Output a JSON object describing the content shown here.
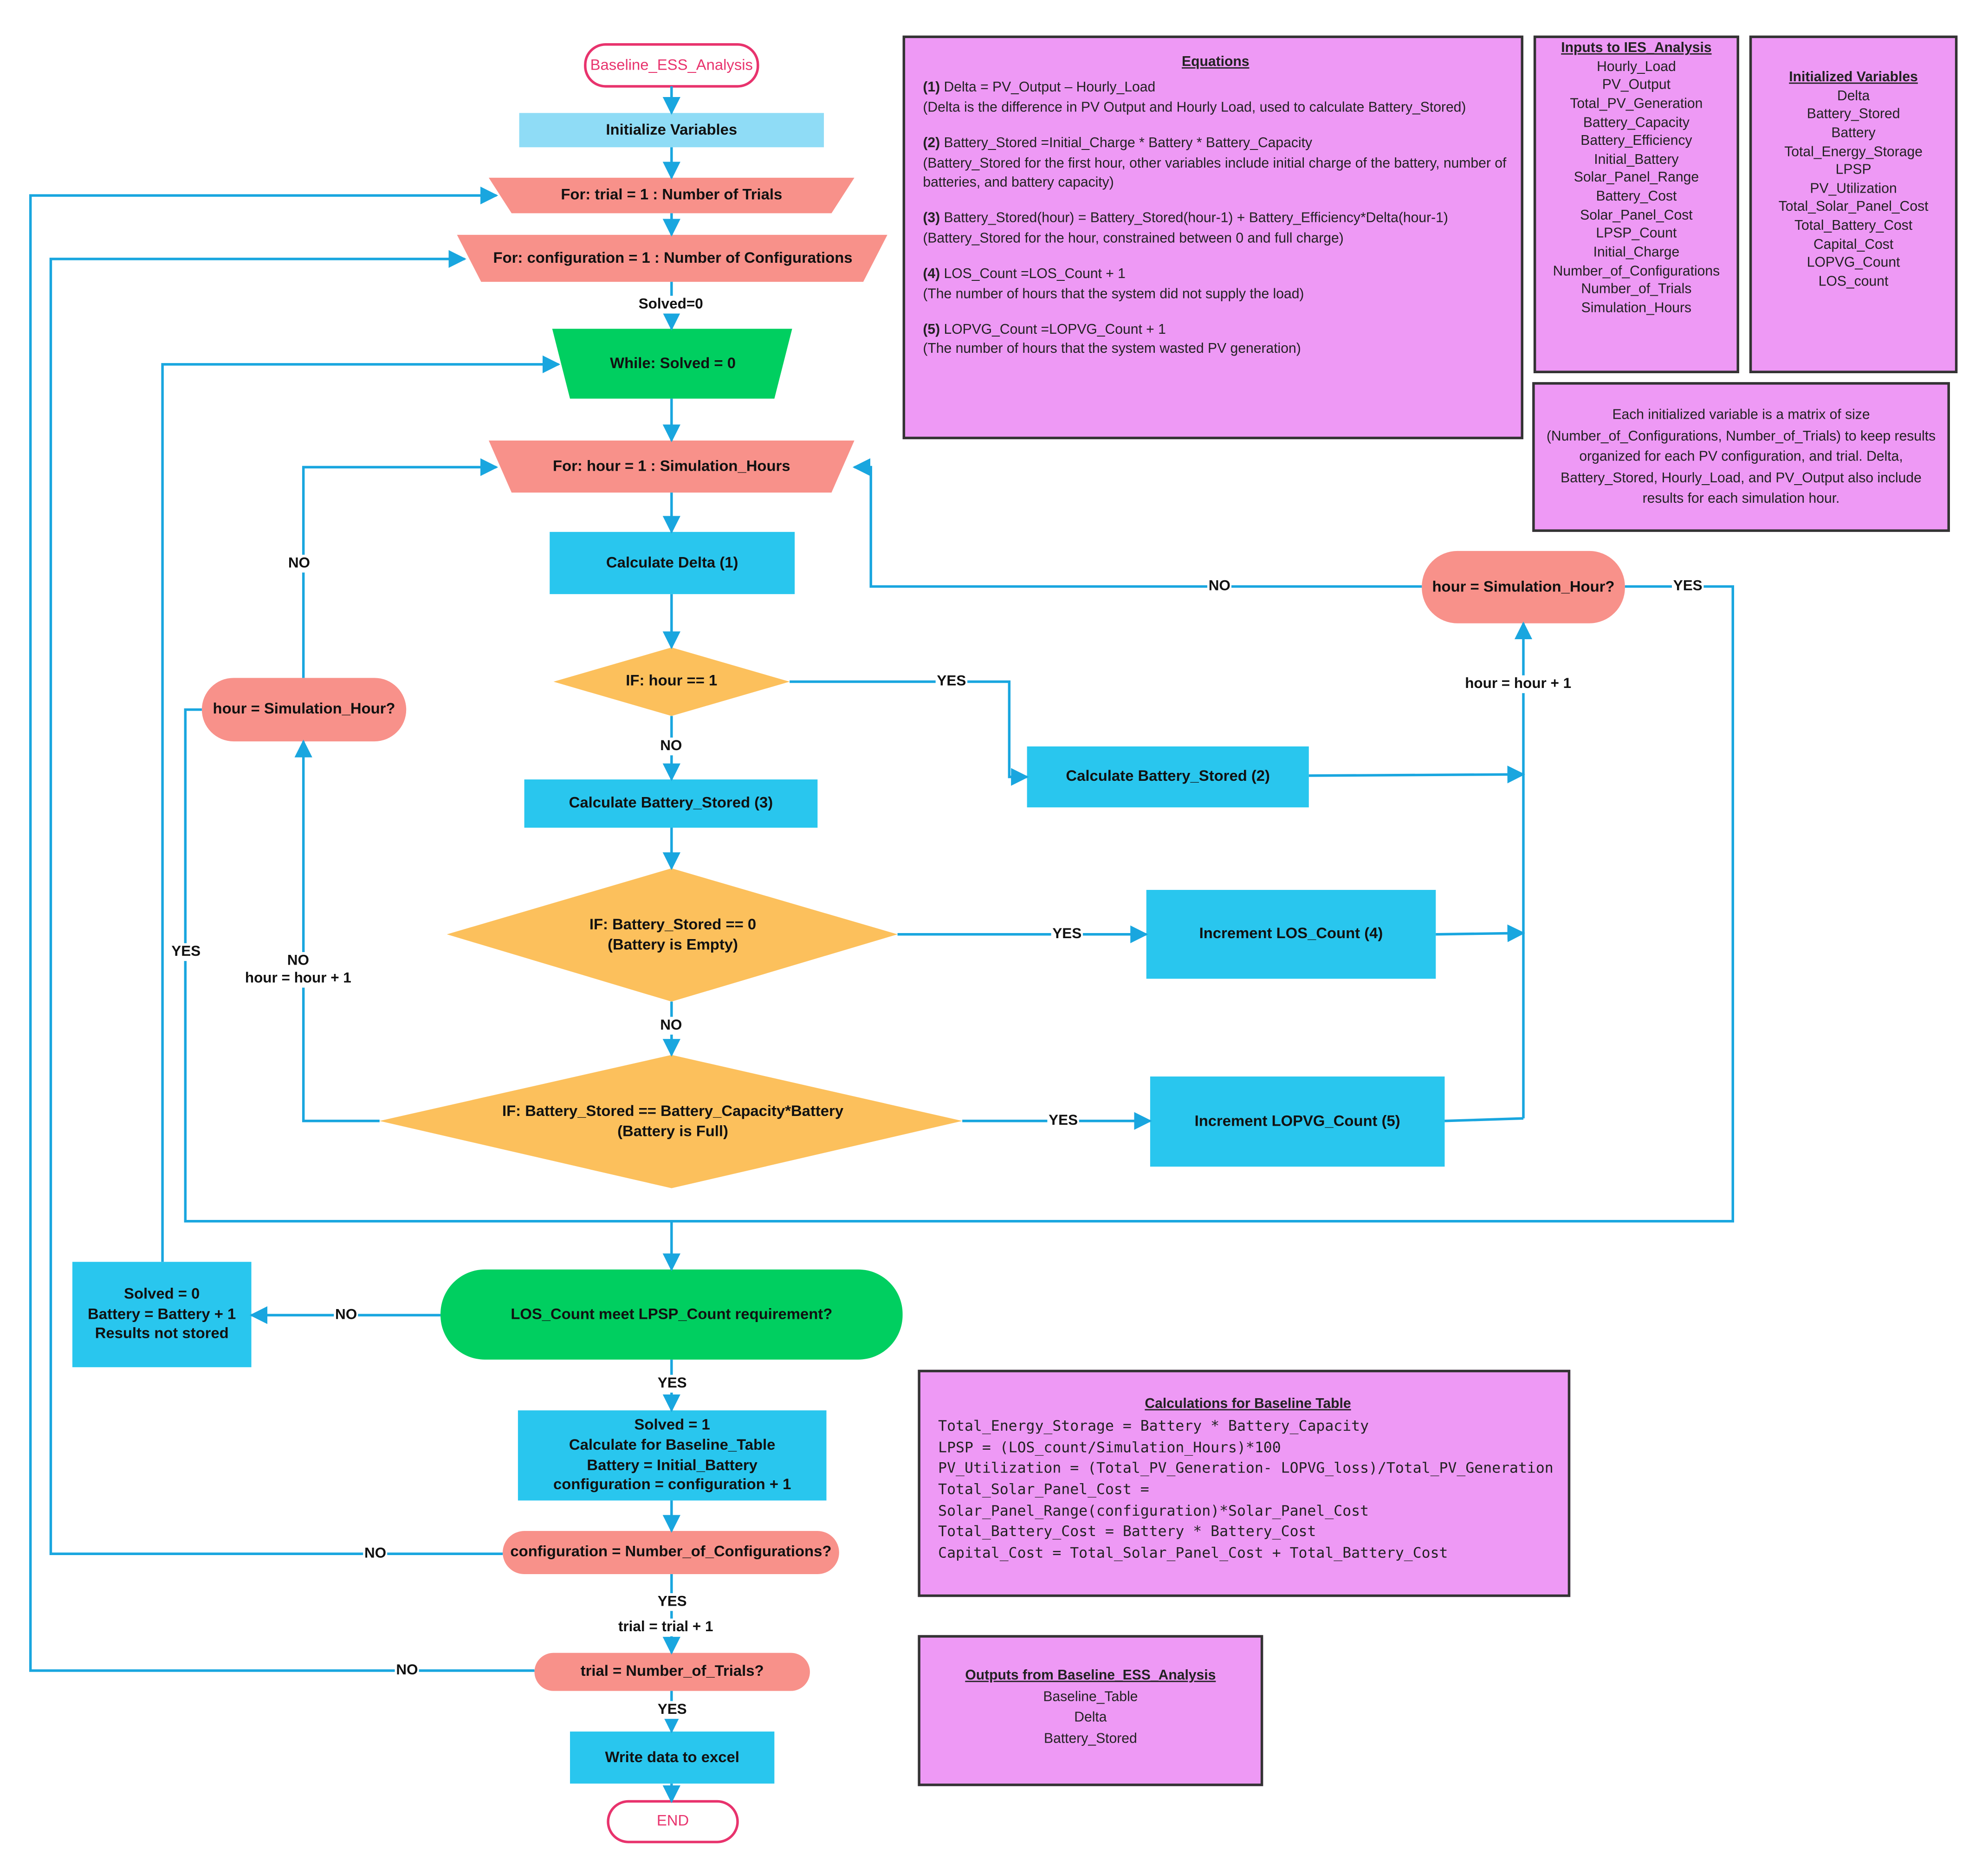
{
  "colors": {
    "start_pink": "#e8336d",
    "init_blue": "#8fdcf6",
    "loop_salmon": "#f8918a",
    "while_green": "#00cf60",
    "process_blue": "#29c6ee",
    "decision_orange": "#fcc05c",
    "info_violet": "#ee99f5",
    "line_blue": "#19a6df"
  },
  "nodes": {
    "start": "Baseline_ESS_Analysis",
    "init": "Initialize Variables",
    "for_trial": "For: trial = 1 : Number of Trials",
    "for_config": "For: configuration = 1 : Number of Configurations",
    "while": "While: Solved = 0",
    "for_hour": "For: hour = 1 : Simulation_Hours",
    "calc_delta": "Calculate Delta (1)",
    "if_hour": "IF: hour == 1",
    "calc_bs3": "Calculate Battery_Stored (3)",
    "calc_bs2": "Calculate Battery_Stored (2)",
    "if_empty": "IF: Battery_Stored == 0\n(Battery is Empty)",
    "inc_los": "Increment LOS_Count (4)",
    "if_full": "IF:  Battery_Stored == Battery_Capacity*Battery\n(Battery is Full)",
    "inc_lopvg": "Increment LOPVG_Count  (5)",
    "hour_check_left": "hour = Simulation_Hour?",
    "hour_check_right": "hour = Simulation_Hour?",
    "los_check": "LOS_Count meet LPSP_Count requirement?",
    "not_solved": "Solved = 0\nBattery = Battery + 1\nResults not stored",
    "solved": "Solved = 1\nCalculate for Baseline_Table\nBattery = Initial_Battery\nconfiguration = configuration + 1",
    "config_check": "configuration = Number_of_Configurations?",
    "trial_check": "trial = Number_of_Trials?",
    "write": "Write data to excel",
    "end": "END"
  },
  "edge_labels": {
    "solved0": "Solved=0",
    "no_if_hour": "NO",
    "yes_if_hour": "YES",
    "no_if_empty": "NO",
    "yes_if_empty": "YES",
    "yes_if_full": "YES",
    "no_left_hour": "NO",
    "no_full_hour": "NO\nhour = hour + 1",
    "yes_left_hour": "YES",
    "no_right_hour": "NO",
    "yes_right_hour": "YES",
    "hour_inc_right": "hour = hour + 1",
    "no_los": "NO",
    "yes_los": "YES",
    "no_config": "NO",
    "yes_config": "YES",
    "trial_inc": "trial = trial + 1",
    "no_trial": "NO",
    "yes_trial": "YES"
  },
  "equations": {
    "title": "Equations",
    "items": [
      {
        "num": "(1)",
        "eq": "Delta = PV_Output – Hourly_Load",
        "desc": "(Delta is the difference in PV Output and Hourly Load, used to calculate Battery_Stored)"
      },
      {
        "num": "(2)",
        "eq": "Battery_Stored =Initial_Charge * Battery * Battery_Capacity",
        "desc": "(Battery_Stored for the first hour, other variables include initial charge of the battery, number of batteries, and battery capacity)"
      },
      {
        "num": "(3)",
        "eq": "Battery_Stored(hour) = Battery_Stored(hour-1) + Battery_Efficiency*Delta(hour-1)",
        "desc": "(Battery_Stored for the hour, constrained between 0 and full charge)"
      },
      {
        "num": "(4)",
        "eq": "LOS_Count =LOS_Count + 1",
        "desc": "(The number of hours that the system did not supply the load)"
      },
      {
        "num": "(5)",
        "eq": "LOPVG_Count =LOPVG_Count + 1",
        "desc": "(The number of hours that the system wasted PV generation)"
      }
    ]
  },
  "inputs": {
    "title": "Inputs to IES_Analysis",
    "items": [
      "Hourly_Load",
      "PV_Output",
      "Total_PV_Generation",
      "Battery_Capacity",
      "Battery_Efficiency",
      "Initial_Battery",
      "Solar_Panel_Range",
      "Battery_Cost",
      "Solar_Panel_Cost",
      "LPSP_Count",
      "Initial_Charge",
      "Number_of_Configurations",
      "Number_of_Trials",
      "Simulation_Hours"
    ]
  },
  "initialized": {
    "title": "Initialized Variables",
    "items": [
      "Delta",
      "Battery_Stored",
      "Battery",
      "Total_Energy_Storage",
      "LPSP",
      "PV_Utilization",
      "Total_Solar_Panel_Cost",
      "Total_Battery_Cost",
      "Capital_Cost",
      "LOPVG_Count",
      "LOS_count"
    ]
  },
  "note": "Each initialized variable is a matrix of size (Number_of_Configurations, Number_of_Trials) to keep results organized for each PV configuration, and trial. Delta, Battery_Stored, Hourly_Load, and PV_Output also include results for each simulation hour.",
  "calculations": {
    "title": "Calculations for Baseline Table",
    "lines": [
      "Total_Energy_Storage = Battery * Battery_Capacity",
      "LPSP = (LOS_count/Simulation_Hours)*100",
      "PV_Utilization = (Total_PV_Generation- LOPVG_loss)/Total_PV_Generation",
      "Total_Solar_Panel_Cost =",
      "Solar_Panel_Range(configuration)*Solar_Panel_Cost",
      "Total_Battery_Cost = Battery * Battery_Cost",
      "Capital_Cost = Total_Solar_Panel_Cost + Total_Battery_Cost"
    ]
  },
  "outputs": {
    "title": "Outputs from Baseline_ESS_Analysis",
    "items": [
      "Baseline_Table",
      "Delta",
      "Battery_Stored"
    ]
  }
}
